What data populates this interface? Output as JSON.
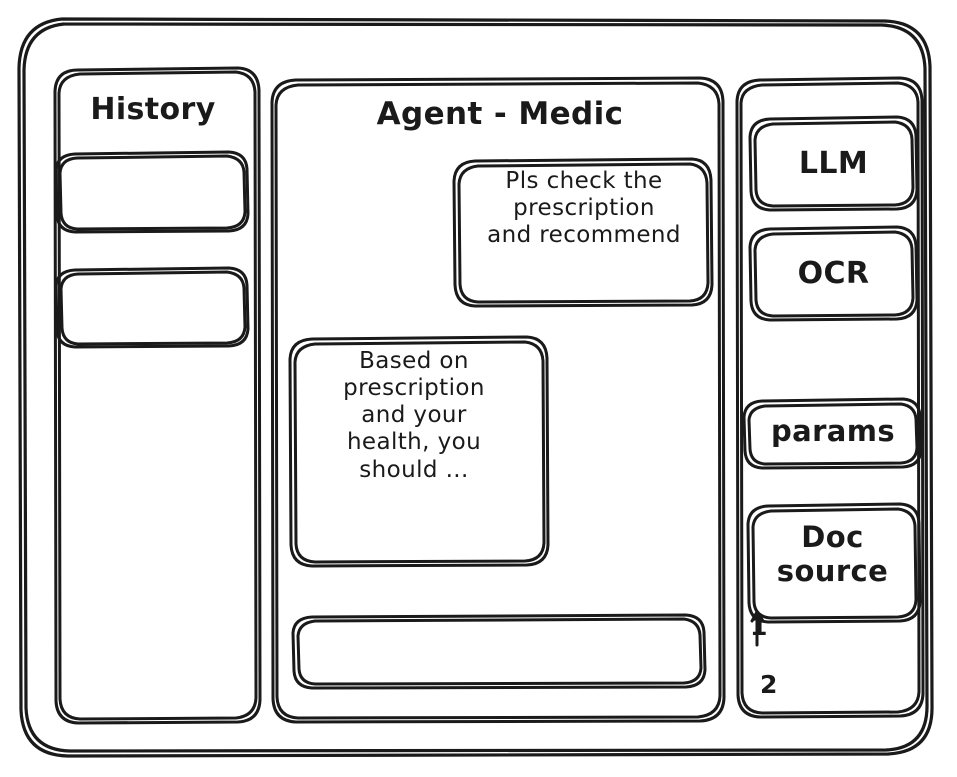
{
  "window": {
    "frame_label": "app-window"
  },
  "style": {
    "stroke_color": "#1a1a1a",
    "background_color": "#ffffff"
  },
  "sidebar_left": {
    "title": "History",
    "items": [
      {
        "label": ""
      },
      {
        "label": ""
      }
    ]
  },
  "main": {
    "title": "Agent - Medic",
    "messages": [
      {
        "role": "user",
        "text": "Pls check the\nprescription\nand recommend"
      },
      {
        "role": "assistant",
        "text": "Based on\nprescription\nand your\nhealth, you\nshould ..."
      }
    ],
    "composer": {
      "value": "",
      "placeholder": ""
    }
  },
  "sidebar_right": {
    "buttons": [
      {
        "label": "LLM"
      },
      {
        "label": "OCR"
      },
      {
        "label": "params"
      },
      {
        "label": "Doc\nsource"
      }
    ],
    "doc_sources": [
      {
        "label": "1"
      },
      {
        "label": "2"
      }
    ]
  }
}
